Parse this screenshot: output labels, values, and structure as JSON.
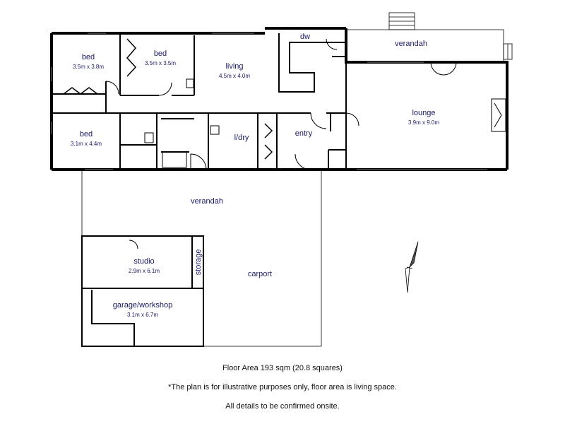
{
  "rooms": {
    "bed1": {
      "name": "bed",
      "dims": "3.5m x 3.8m"
    },
    "bed2": {
      "name": "bed",
      "dims": "3.5m x 3.5m"
    },
    "bed3": {
      "name": "bed",
      "dims": "3.1m x 4.4m"
    },
    "living": {
      "name": "living",
      "dims": "4.5m x 4.0m"
    },
    "dw": {
      "name": "dw"
    },
    "verandah_top": {
      "name": "verandah"
    },
    "lounge": {
      "name": "lounge",
      "dims": "3.9m x 9.0m"
    },
    "laundry": {
      "name": "l/dry"
    },
    "entry": {
      "name": "entry"
    },
    "verandah_bottom": {
      "name": "verandah"
    },
    "studio": {
      "name": "studio",
      "dims": "2.9m x 6.1m"
    },
    "storage": {
      "name": "storage"
    },
    "carport": {
      "name": "carport"
    },
    "garage": {
      "name": "garage/workshop",
      "dims": "3.1m x 6.7m"
    }
  },
  "footer": {
    "floor_area": "Floor Area 193 sqm (20.8 squares)",
    "disclaimer": "*The plan is for illustrative purposes only, floor area is living space.",
    "confirm": "All details to be confirmed onsite."
  }
}
